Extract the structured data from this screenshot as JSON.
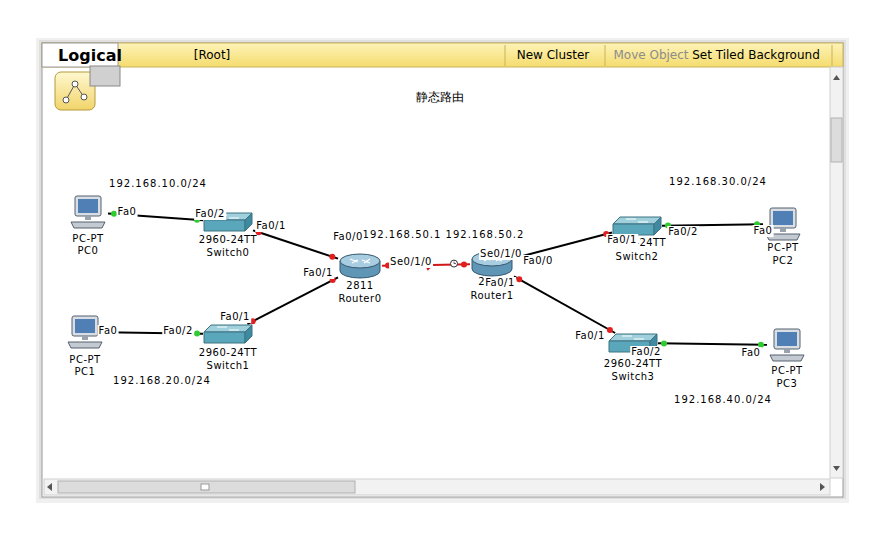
{
  "diagram": {
    "title": "静态路由",
    "nodes": [
      {
        "text": [
          "PC-PT",
          "PC0"
        ]
      },
      {
        "text": [
          "2960-24TT",
          "Switch0"
        ]
      },
      {
        "text": [
          "2811",
          "Router0"
        ]
      },
      {
        "text": [
          "2811",
          "Router1"
        ]
      },
      {
        "text": [
          "2960-24TT",
          "Switch2"
        ]
      },
      {
        "text": [
          "PC-PT",
          "PC2"
        ]
      },
      {
        "text": [
          "PC-PT",
          "PC1"
        ]
      },
      {
        "text": [
          "2960-24TT",
          "Switch1"
        ]
      },
      {
        "text": [
          "2960-24TT",
          "Switch3"
        ]
      },
      {
        "text": [
          "PC-PT",
          "PC3"
        ]
      }
    ],
    "edges": [
      {
        "from": 0,
        "to": 1,
        "arrow": "none"
      },
      {
        "from": 1,
        "to": 2,
        "arrow": "none"
      },
      {
        "from": 6,
        "to": 7,
        "arrow": "none"
      },
      {
        "from": 7,
        "to": 2,
        "arrow": "none"
      },
      {
        "from": 2,
        "to": 3,
        "arrow": "none"
      },
      {
        "from": 3,
        "to": 4,
        "arrow": "none"
      },
      {
        "from": 4,
        "to": 5,
        "arrow": "none"
      },
      {
        "from": 3,
        "to": 8,
        "arrow": "none"
      },
      {
        "from": 8,
        "to": 9,
        "arrow": "none"
      }
    ],
    "labels": [
      "Logical",
      "[Root]",
      "New Cluster",
      "Move Object",
      "Set Tiled Background",
      "192.168.10.0/24",
      "192.168.20.0/24",
      "192.168.30.0/24",
      "192.168.40.0/24",
      "192.168.50.1",
      "192.168.50.2",
      "Fa0",
      "Fa0/2",
      "Fa0/1",
      "Fa0/0",
      "Fa0/1",
      "Fa0/1",
      "Fa0/2",
      "Fa0",
      "Se0/1/0",
      "Se0/1/0",
      "Fa0/0",
      "Fa0/1",
      "Fa0/1",
      "Fa0/2",
      "Fa0",
      "Fa0/1",
      "Fa0/2",
      "Fa0"
    ]
  }
}
